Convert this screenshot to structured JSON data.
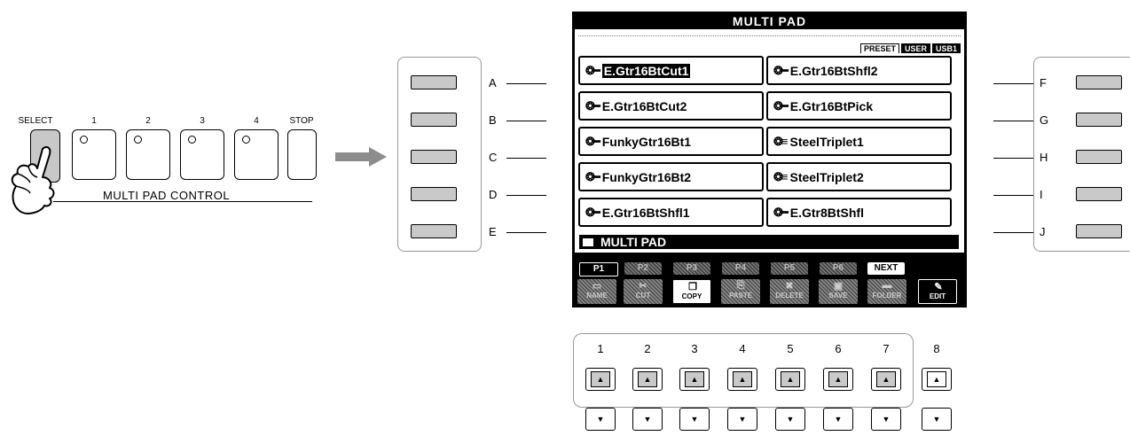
{
  "panel": {
    "pad_labels": [
      "SELECT",
      "1",
      "2",
      "3",
      "4",
      "STOP"
    ],
    "control_label": "MULTI PAD CONTROL",
    "colors": {
      "button_fill": "#c9c9c9",
      "frame": "#999999"
    }
  },
  "left_buttons": [
    "A",
    "B",
    "C",
    "D",
    "E"
  ],
  "right_buttons": [
    "F",
    "G",
    "H",
    "I",
    "J"
  ],
  "lcd": {
    "title": "MULTI PAD",
    "tabs": [
      "PRESET",
      "USER",
      "USB1"
    ],
    "active_tab": "PRESET",
    "items": [
      {
        "name": "E.Gtr16BtCut1",
        "icon": "guitar-icon",
        "selected": true
      },
      {
        "name": "E.Gtr16BtShfl2",
        "icon": "guitar-icon",
        "selected": false
      },
      {
        "name": "E.Gtr16BtCut2",
        "icon": "guitar-icon",
        "selected": false
      },
      {
        "name": "E.Gtr16BtPick",
        "icon": "guitar-icon",
        "selected": false
      },
      {
        "name": "FunkyGtr16Bt1",
        "icon": "guitar-icon",
        "selected": false
      },
      {
        "name": "SteelTriplet1",
        "icon": "steel-guitar-icon",
        "selected": false
      },
      {
        "name": "FunkyGtr16Bt2",
        "icon": "guitar-icon",
        "selected": false
      },
      {
        "name": "SteelTriplet2",
        "icon": "steel-guitar-icon",
        "selected": false
      },
      {
        "name": "E.Gtr16BtShfl1",
        "icon": "guitar-icon",
        "selected": false
      },
      {
        "name": "E.Gtr8BtShfl",
        "icon": "guitar-icon",
        "selected": false
      }
    ],
    "folder": "MULTI PAD",
    "pages": [
      "P1",
      "P2",
      "P3",
      "P4",
      "P5",
      "P6",
      "NEXT"
    ],
    "active_page": "P1",
    "functions": [
      "NAME",
      "CUT",
      "COPY",
      "PASTE",
      "DELETE",
      "SAVE",
      "FOLDER",
      "EDIT"
    ],
    "enabled_functions": [
      "COPY",
      "EDIT"
    ]
  },
  "bottom": {
    "numbers": [
      "1",
      "2",
      "3",
      "4",
      "5",
      "6",
      "7",
      "8"
    ],
    "up_glyph": "▲",
    "down_glyph": "▼"
  }
}
